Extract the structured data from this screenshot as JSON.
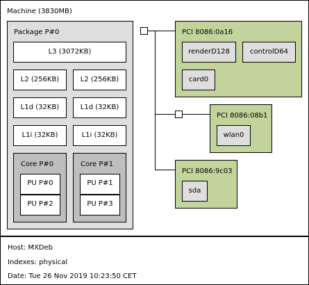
{
  "machine": {
    "label": "Machine (3830MB)"
  },
  "package": {
    "label": "Package P#0",
    "l3": "L3 (3072KB)",
    "l2": [
      "L2 (256KB)",
      "L2 (256KB)"
    ],
    "l1d": [
      "L1d (32KB)",
      "L1d (32KB)"
    ],
    "l1i": [
      "L1i (32KB)",
      "L1i (32KB)"
    ],
    "cores": [
      {
        "label": "Core P#0",
        "pus": [
          "PU P#0",
          "PU P#2"
        ]
      },
      {
        "label": "Core P#1",
        "pus": [
          "PU P#1",
          "PU P#3"
        ]
      }
    ]
  },
  "pci": [
    {
      "label": "PCI 8086:0a16",
      "devices": [
        "renderD128",
        "controlD64",
        "card0"
      ]
    },
    {
      "label": "PCI 8086:08b1",
      "devices": [
        "wlan0"
      ]
    },
    {
      "label": "PCI 8086:9c03",
      "devices": [
        "sda"
      ]
    }
  ],
  "legend": {
    "host": "Host: MXDeb",
    "indexes": "Indexes: physical",
    "date": "Date: Tue 26 Nov 2019 10:23:50 CET"
  },
  "colors": {
    "machine_bg": "#ffffff",
    "package_bg": "#dedede",
    "core_bg": "#bebebe",
    "cache_bg": "#ffffff",
    "pu_bg": "#ffffff",
    "pci_bg": "#c2d49b",
    "device_bg": "#dedede",
    "border": "#000000"
  }
}
